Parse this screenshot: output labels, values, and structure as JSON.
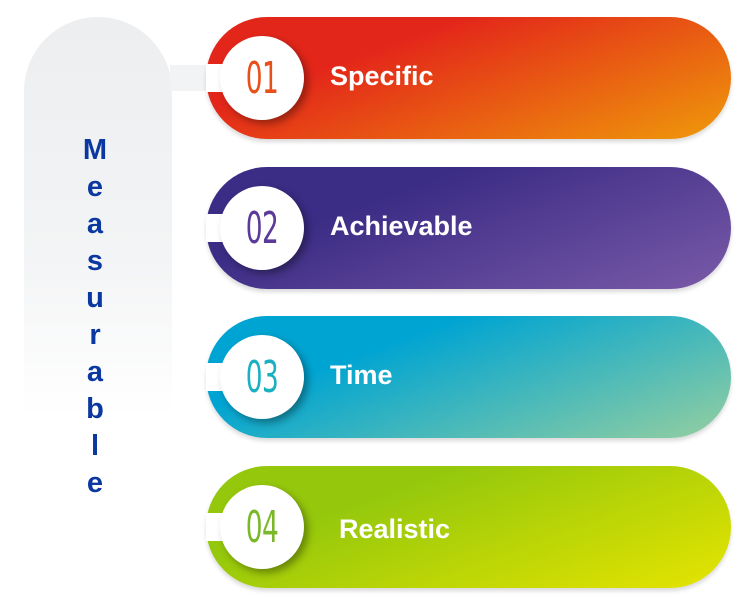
{
  "side_word": [
    "M",
    "e",
    "a",
    "s",
    "u",
    "r",
    "a",
    "b",
    "l",
    "e"
  ],
  "items": [
    {
      "number": "01",
      "label": "Specific",
      "grad": [
        "#e3261a",
        "#ef9a0a"
      ],
      "num_color": "#e8501a"
    },
    {
      "number": "02",
      "label": "Achievable",
      "grad": [
        "#3b2c85",
        "#7a5aa8"
      ],
      "num_color": "#5b3a9a"
    },
    {
      "number": "03",
      "label": "Time",
      "grad": [
        "#00a4d2",
        "#95cfa0"
      ],
      "num_color": "#1bb0c0"
    },
    {
      "number": "04",
      "label": "Realistic",
      "grad": [
        "#95c80c",
        "#e6e400"
      ],
      "num_color": "#7ab82a"
    }
  ]
}
